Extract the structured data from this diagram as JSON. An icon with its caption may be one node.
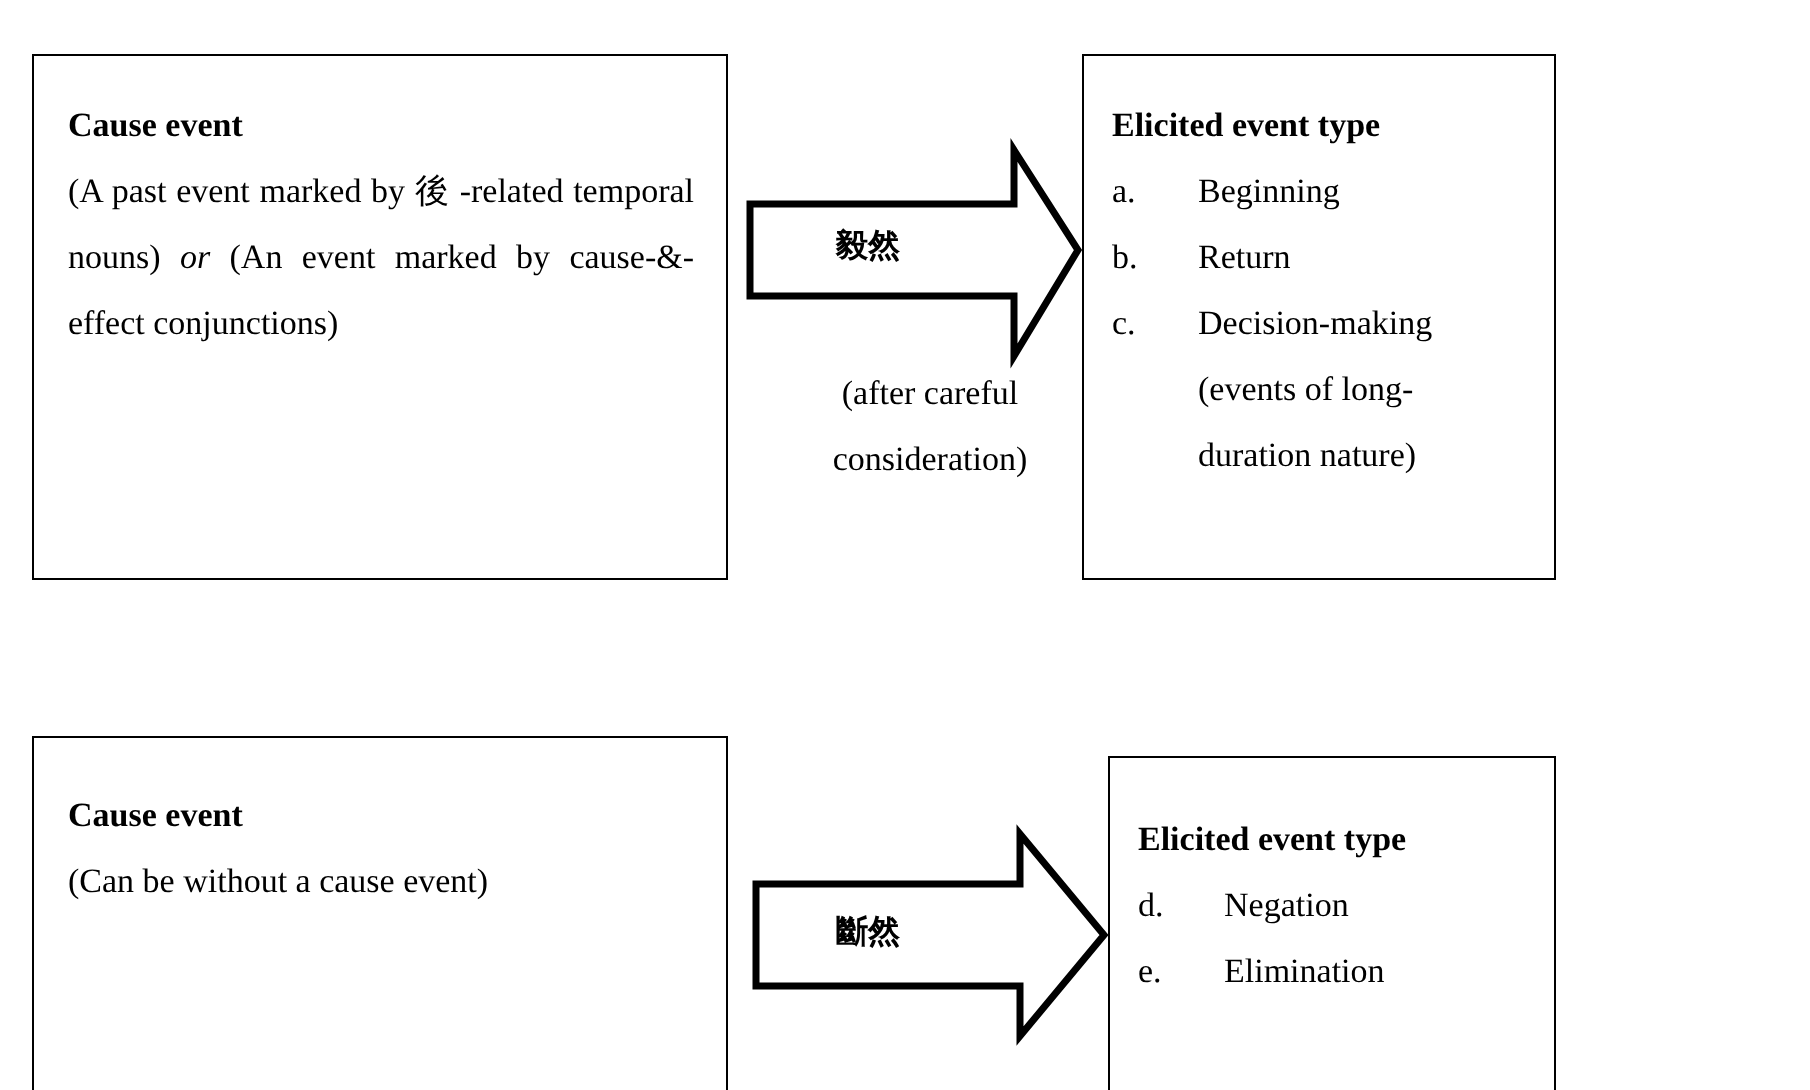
{
  "diagram": {
    "nodes": [
      {
        "text": [
          "Cause event",
          "(A past event marked by 後 -related temporal nouns) *or* (An event marked by cause-&-effect conjunctions)"
        ]
      },
      {
        "text": [
          "Elicited event type",
          "a.",
          "Beginning",
          "b.",
          "Return",
          "c.",
          "Decision-making (events of long-duration nature)"
        ]
      },
      {
        "text": [
          "Cause event",
          "(Can be without a cause event)"
        ]
      },
      {
        "text": [
          "Elicited event type",
          "d.",
          "Negation",
          "e.",
          "Elimination"
        ]
      }
    ],
    "edges": [
      {
        "from": 0,
        "to": 1,
        "arrow": "to",
        "label": "毅然"
      },
      {
        "from": 2,
        "to": 3,
        "arrow": "to",
        "label": "斷然"
      }
    ],
    "labels": [
      "(after careful consideration)"
    ]
  }
}
